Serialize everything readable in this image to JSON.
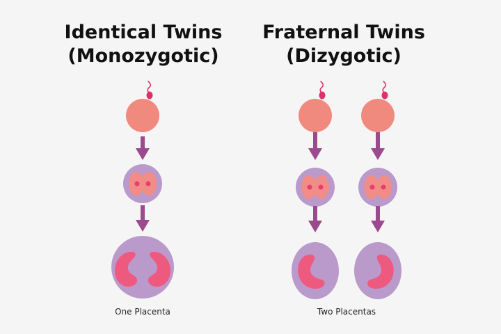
{
  "identical": {
    "title_line1": "Identical Twins",
    "title_line2": "(Monozygotic)",
    "caption": "One Placenta"
  },
  "fraternal": {
    "title_line1": "Fraternal Twins",
    "title_line2": "(Dizygotic)",
    "caption": "Two Placentas"
  },
  "colors": {
    "egg": "#f08a7e",
    "sperm": "#e0306a",
    "arrow": "#9b4a8e",
    "cell_outer": "#b99acb",
    "cell_inner": "#f28c86",
    "nucleus": "#e83e6e",
    "embryo": "#ee5a7f",
    "background": "#f5f5f5"
  }
}
